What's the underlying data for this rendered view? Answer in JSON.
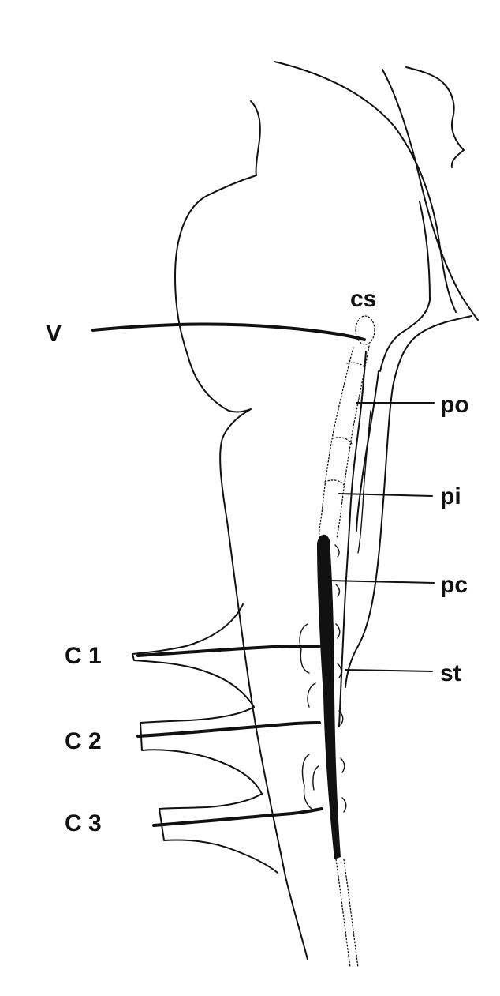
{
  "labels": {
    "cs": "cs",
    "v": "V",
    "po": "po",
    "pi": "pi",
    "pc": "pc",
    "st": "st",
    "c1": "C 1",
    "c2": "C 2",
    "c3": "C 3"
  }
}
